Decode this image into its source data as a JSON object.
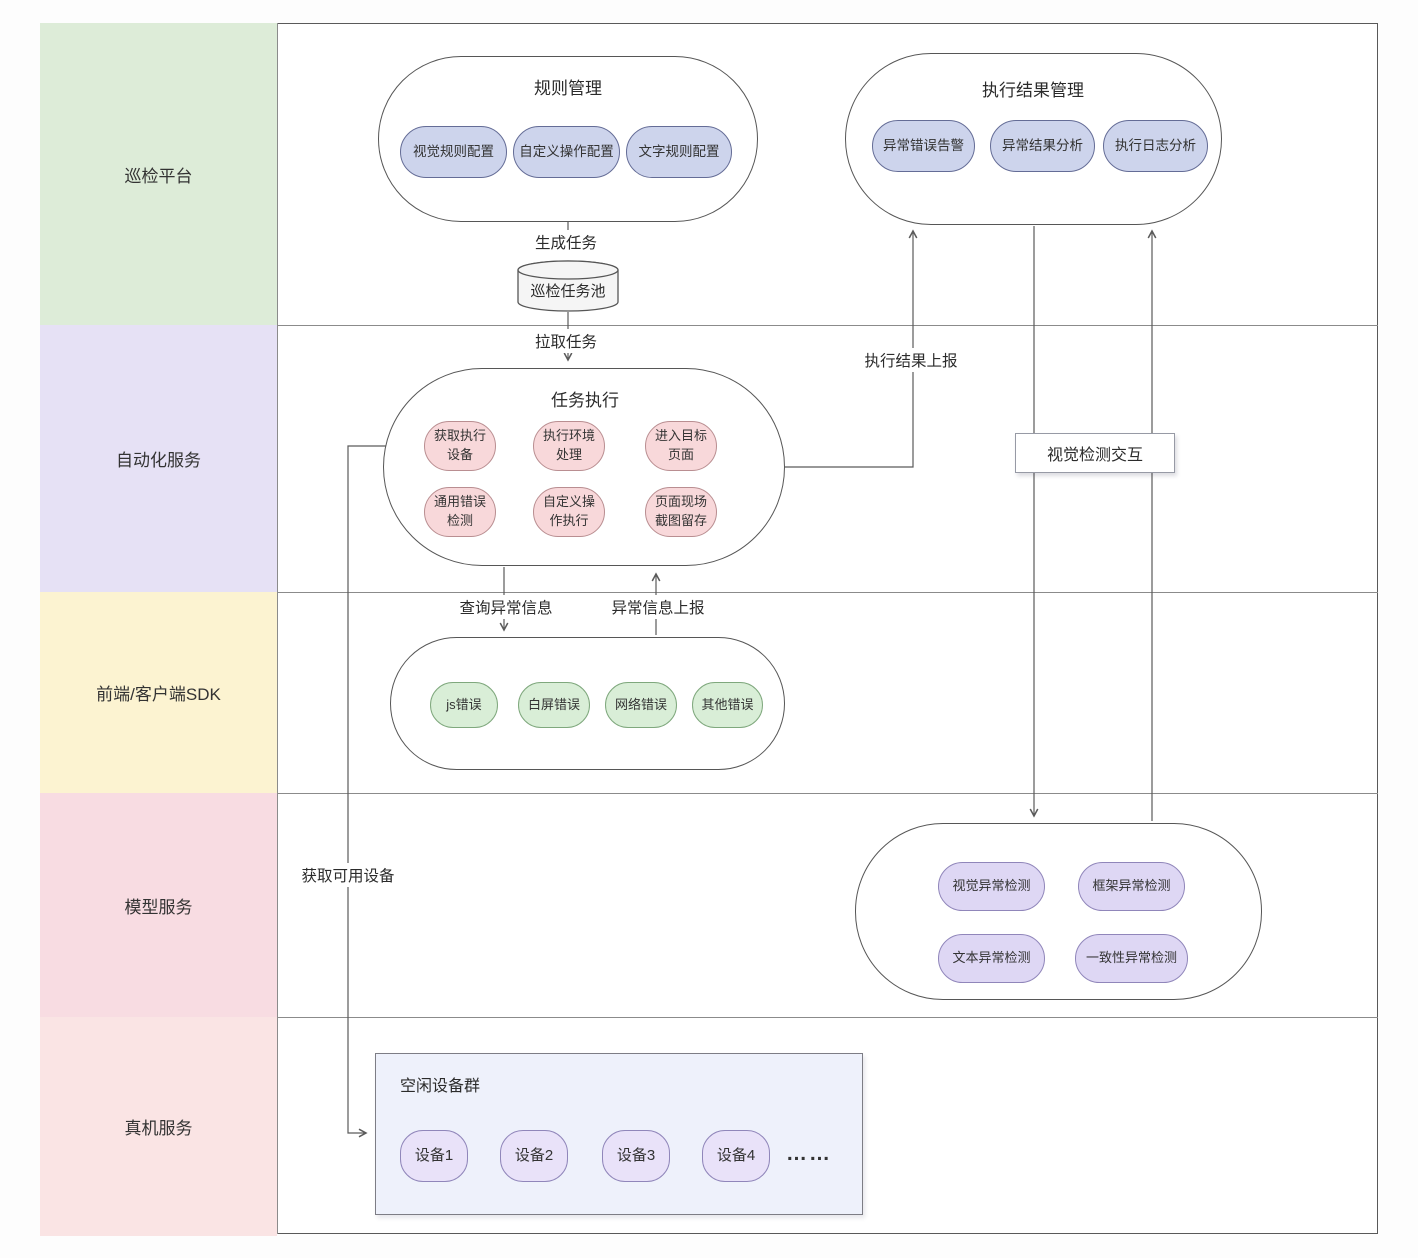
{
  "lanes": [
    {
      "label": "巡检平台",
      "color": "#ddecd8"
    },
    {
      "label": "自动化服务",
      "color": "#e6e1f5"
    },
    {
      "label": "前端/客户端SDK",
      "color": "#fcf3d1"
    },
    {
      "label": "模型服务",
      "color": "#f8dce2"
    },
    {
      "label": "真机服务",
      "color": "#fae4e4"
    }
  ],
  "colors": {
    "pill_blue": "#cdd4ec",
    "pill_pink": "#f8d8da",
    "pill_green": "#d9eed7",
    "pill_purple": "#ded7f4",
    "pill_lavender": "#e9e2f9",
    "device_box_bg": "#eef1fb",
    "cylinder_bg": "#f5f5f5",
    "line": "#5a5a5a"
  },
  "rule_mgmt": {
    "title": "规则管理",
    "pills": [
      "视觉规则配置",
      "自定义操作配置",
      "文字规则配置"
    ]
  },
  "result_mgmt": {
    "title": "执行结果管理",
    "pills": [
      "异常错误告警",
      "异常结果分析",
      "执行日志分析"
    ]
  },
  "task_pool": {
    "label": "巡检任务池"
  },
  "task_exec": {
    "title": "任务执行",
    "pills": [
      "获取执行设备",
      "执行环境处理",
      "进入目标页面",
      "通用错误检测",
      "自定义操作执行",
      "页面现场截图留存"
    ]
  },
  "sdk_errors": {
    "pills": [
      "js错误",
      "白屏错误",
      "网络错误",
      "其他错误"
    ]
  },
  "model_service": {
    "pills": [
      "视觉异常检测",
      "框架异常检测",
      "文本异常检测",
      "一致性异常检测"
    ]
  },
  "interaction_box": {
    "label": "视觉检测交互"
  },
  "device_group": {
    "title": "空闲设备群",
    "devices": [
      "设备1",
      "设备2",
      "设备3",
      "设备4"
    ],
    "ellipsis": "……"
  },
  "edge_labels": {
    "generate_task": "生成任务",
    "pull_task": "拉取任务",
    "report_result": "执行结果上报",
    "query_error": "查询异常信息",
    "report_error": "异常信息上报",
    "get_devices": "获取可用设备"
  }
}
